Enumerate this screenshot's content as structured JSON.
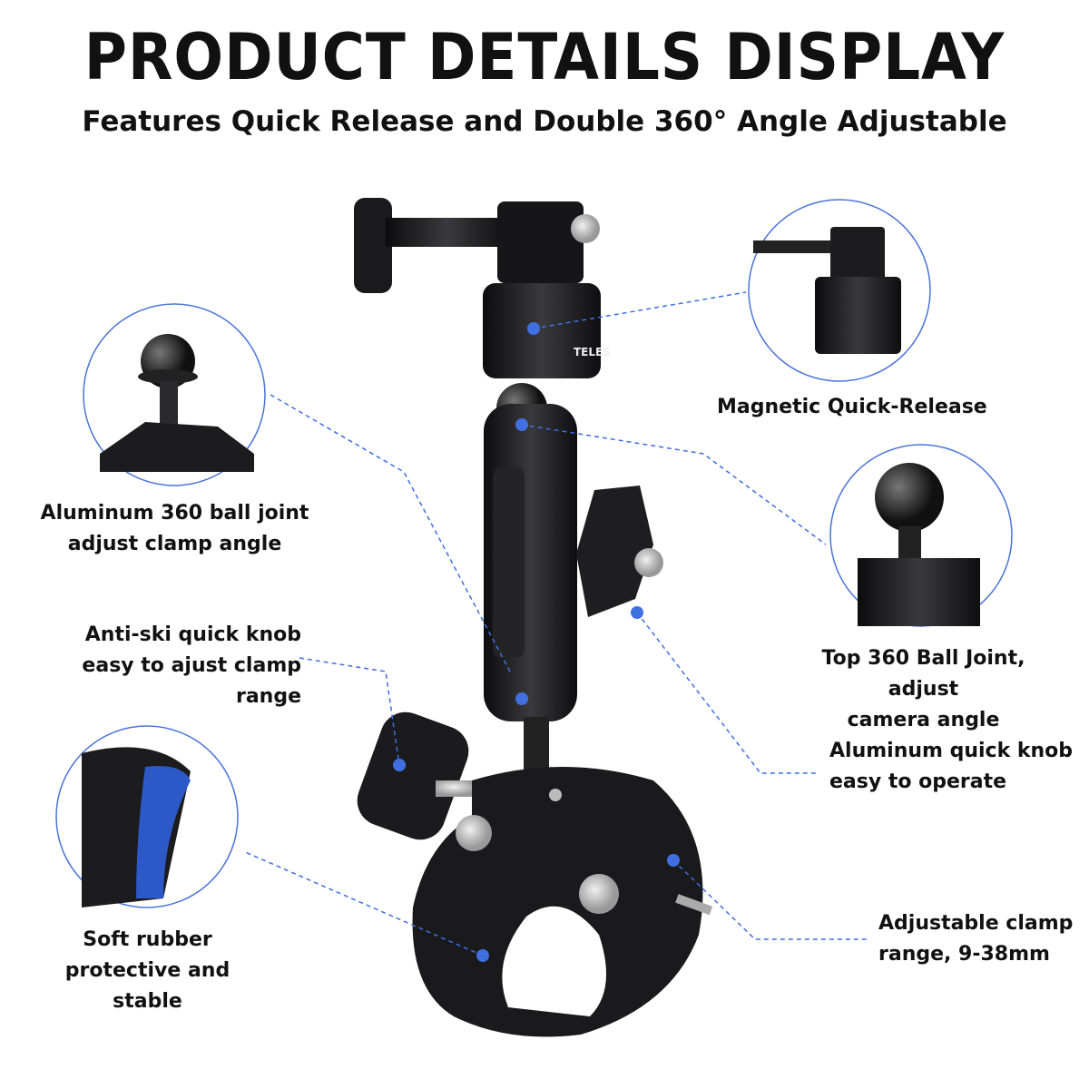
{
  "header": {
    "title": "PRODUCT DETAILS DISPLAY",
    "subtitle": "Features Quick Release and Double 360° Angle Adjustable"
  },
  "labels": {
    "magnetic": [
      "Magnetic Quick-Release"
    ],
    "aluminum_ball": [
      "Aluminum 360 ball joint",
      "adjust clamp angle"
    ],
    "anti_ski": [
      "Anti-ski quick knob",
      "easy to ajust clamp range"
    ],
    "top_ball": [
      "Top 360 Ball Joint, adjust",
      "camera angle"
    ],
    "aluminum_knob": [
      "Aluminum quick knob",
      "easy to operate"
    ],
    "soft_rubber": [
      "Soft rubber",
      "protective and stable"
    ],
    "clamp_range": [
      "Adjustable clamp",
      "range, 9-38mm"
    ]
  },
  "brand_logo": "TELESIN",
  "colors": {
    "accent": "#3f6fe0",
    "product": "#1a1a1c",
    "circle": "#4a74d8"
  }
}
